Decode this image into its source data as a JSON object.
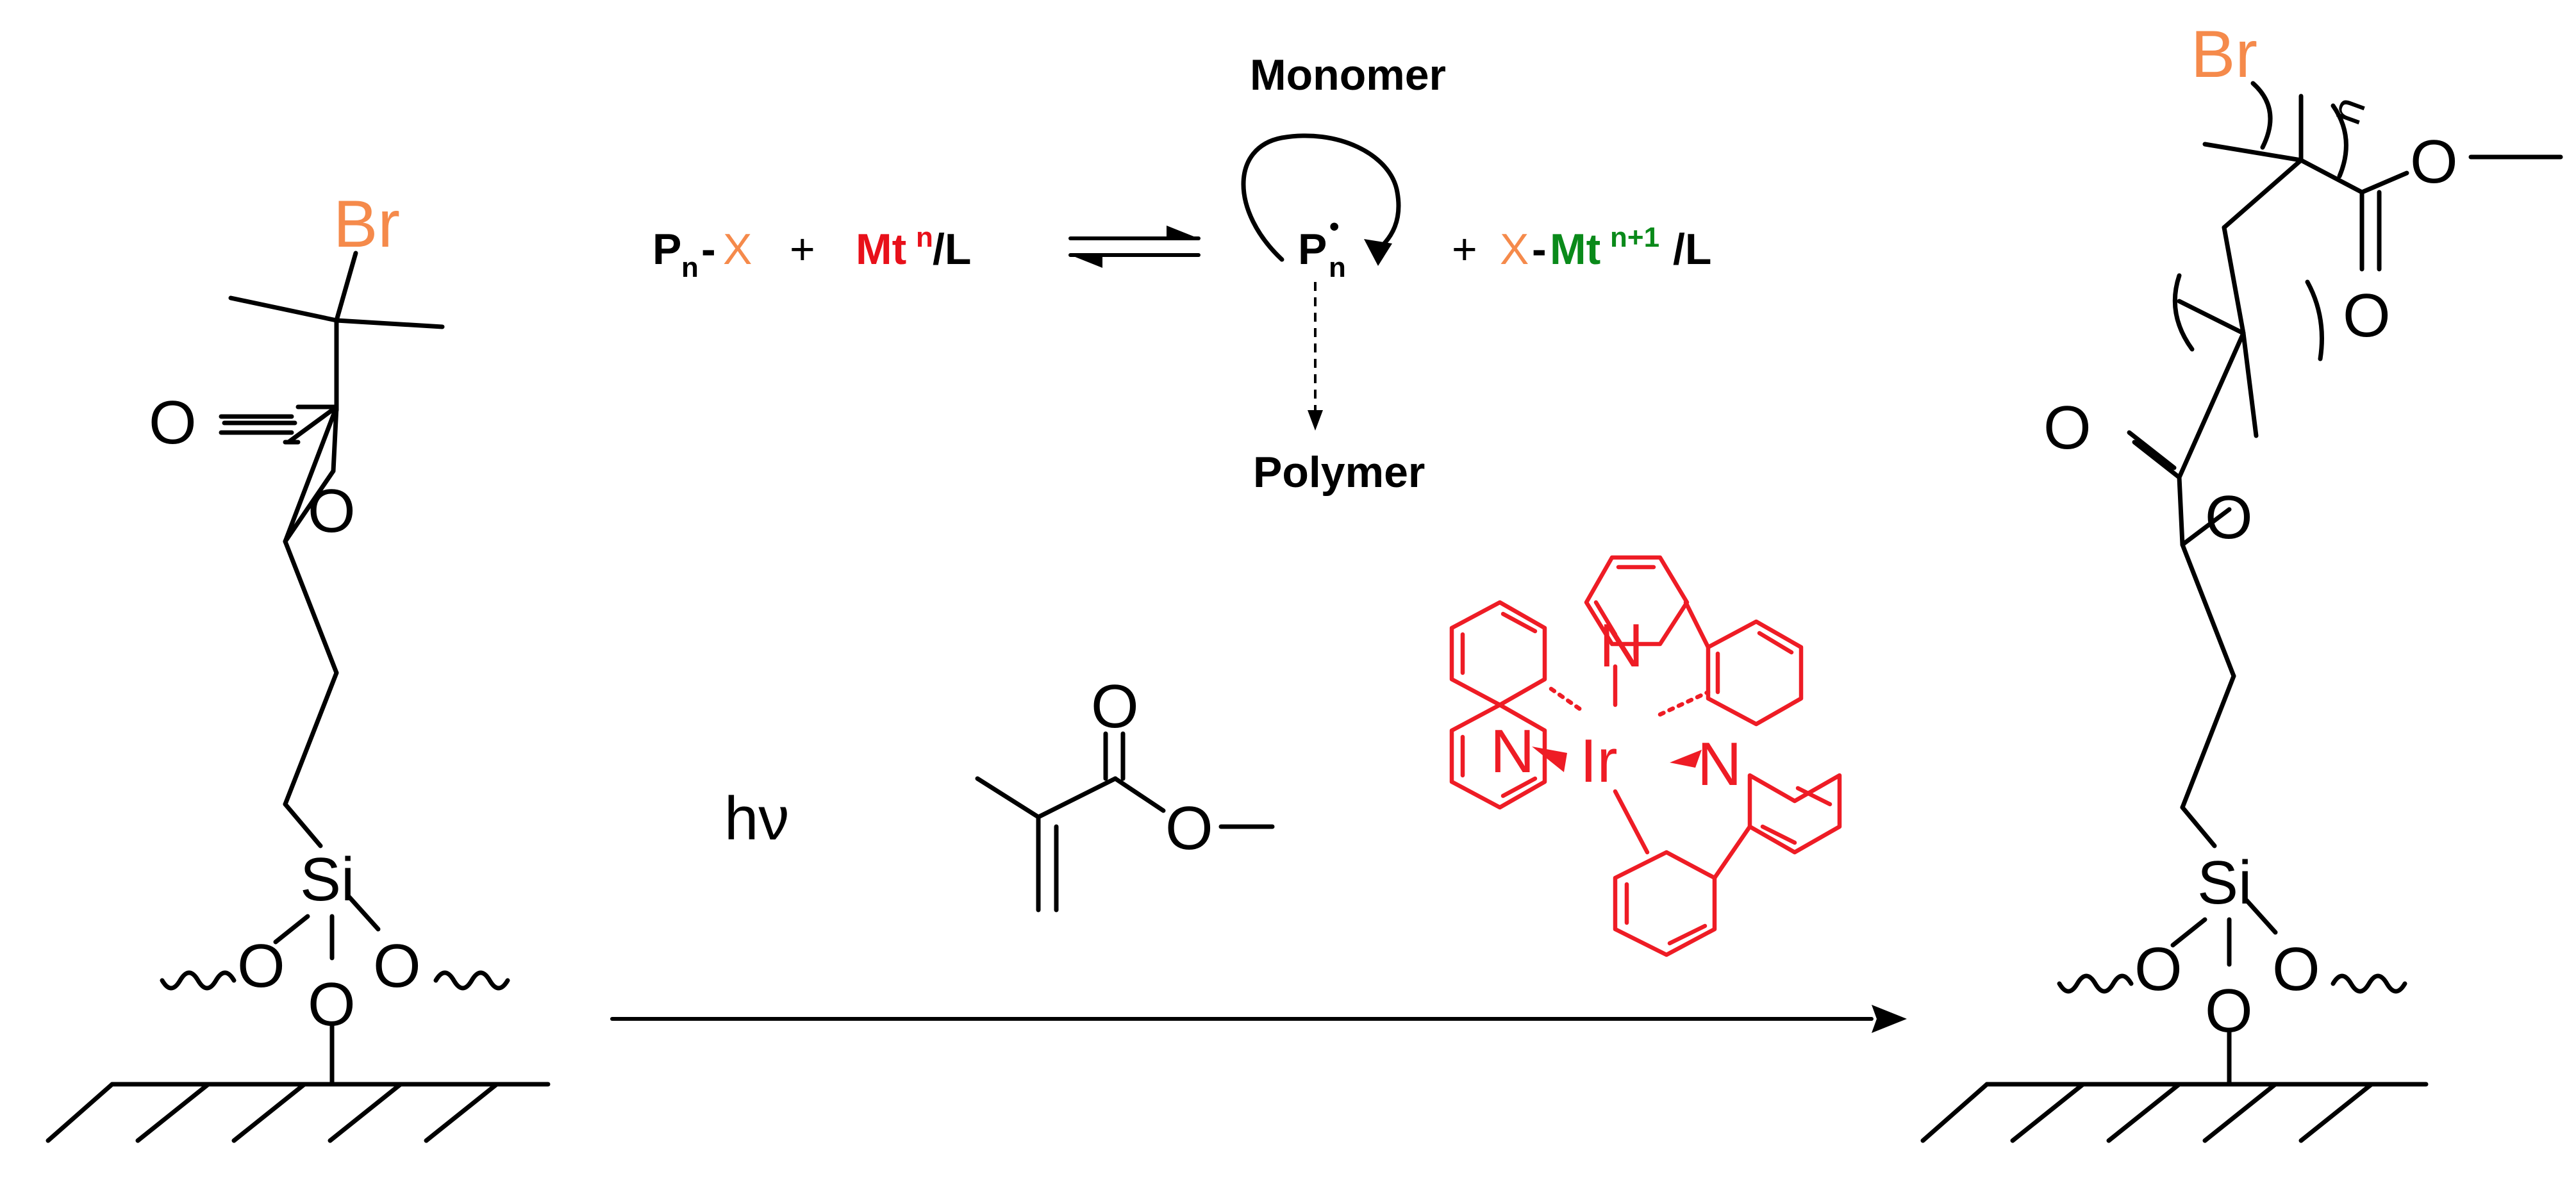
{
  "left_structure": {
    "halogen": "Br",
    "carbonyl_o": "O",
    "ester_o": "O",
    "silicon": "Si",
    "siloxy_o": [
      "O",
      "O",
      "O"
    ]
  },
  "mechanism": {
    "monomer_label": "Monomer",
    "polymer_label": "Polymer",
    "dormant_species": {
      "p": "P",
      "p_sub": "n",
      "dash": "-",
      "x": "X"
    },
    "plus1": "+",
    "activator": {
      "mt": "Mt",
      "mt_sup": "n",
      "ligand": "/L"
    },
    "radical": {
      "p": "P",
      "p_sub": "n",
      "dot": "•"
    },
    "plus2": "+",
    "deactivator": {
      "x": "X",
      "dash": "-",
      "mt": "Mt",
      "mt_sup": "n+1",
      "ligand": "/L"
    }
  },
  "conditions": {
    "light": "hν",
    "monomer_o_carbonyl": "O",
    "monomer_o_ester": "O"
  },
  "catalyst": {
    "metal": "Ir",
    "nitrogen": [
      "N",
      "N",
      "N"
    ]
  },
  "right_structure": {
    "halogen": "Br",
    "repeat_index": "n",
    "side_carbonyl_o": "O",
    "side_ester_o": "O",
    "carbonyl_o": "O",
    "ester_o": "O",
    "silicon": "Si",
    "siloxy_o": [
      "O",
      "O",
      "O"
    ]
  },
  "colors": {
    "halogen": "#f58a4b",
    "activator_metal": "#e8101a",
    "deactivator_metal": "#0a8a1a",
    "catalyst": "#ee1c25"
  }
}
